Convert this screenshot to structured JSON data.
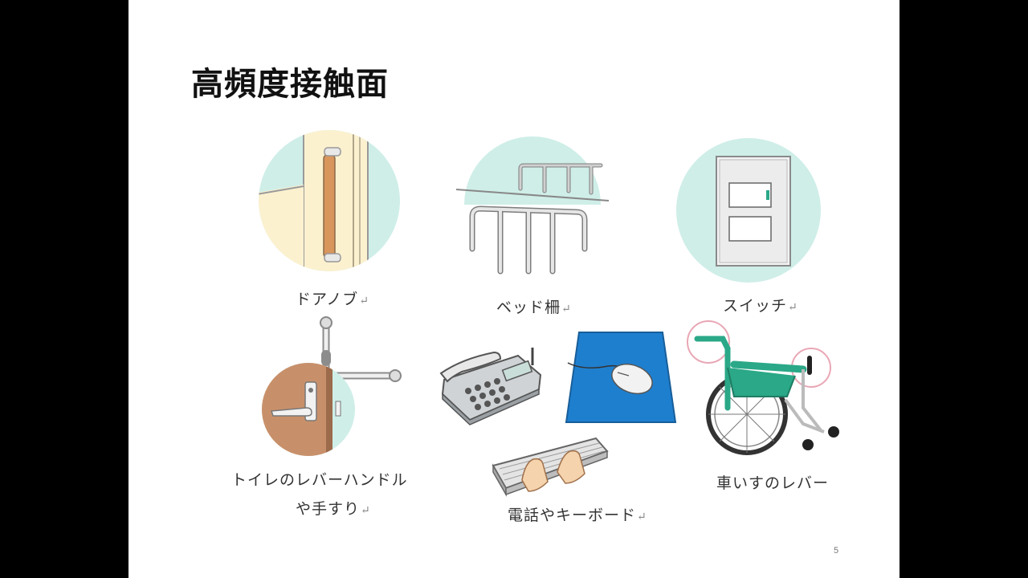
{
  "slide": {
    "title": "高頻度接触面",
    "page_number": "5"
  },
  "captions": {
    "door_knob": "ドアノブ",
    "bed_rail": "ベッド柵",
    "switch": "スイッチ",
    "toilet_line1": "トイレのレバーハンドル",
    "toilet_line2": "や手すり",
    "phone_keyboard": "電話やキーボード",
    "wheelchair": "車いすのレバー"
  },
  "colors": {
    "mint": "#cfeee8",
    "handle_wood": "#d8955c",
    "door_cream": "#fbf1cf",
    "door_brown": "#c8906a",
    "mousepad_blue": "#1f7fcf",
    "wheelchair_green": "#2aa887",
    "highlight_pink": "#e9a7b5"
  }
}
